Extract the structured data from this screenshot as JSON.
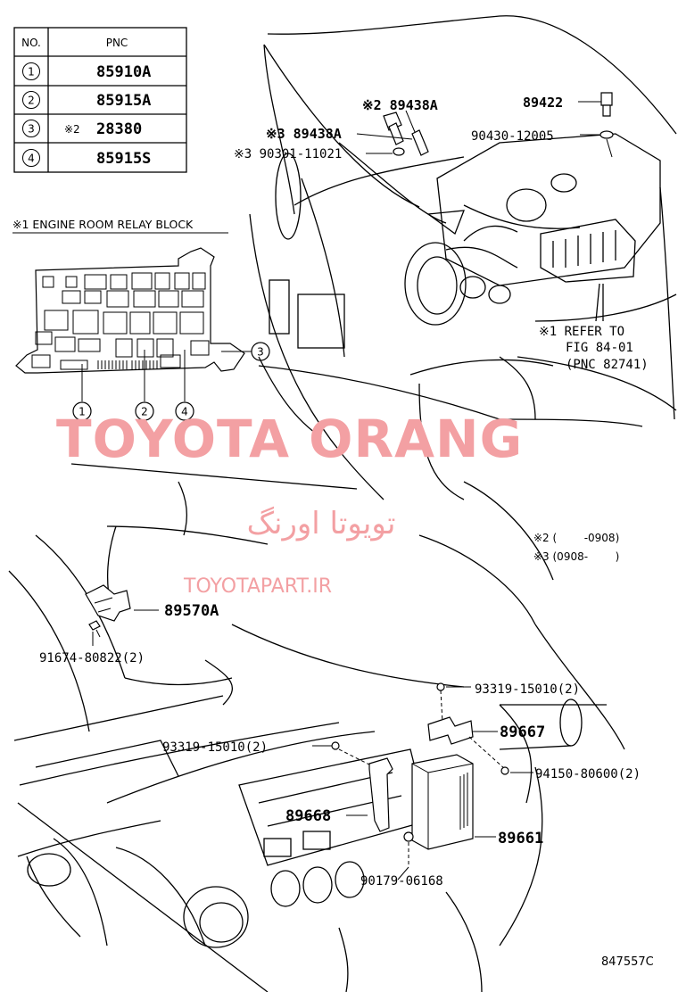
{
  "pnc_table": {
    "header_no": "NO.",
    "header_pnc": "PNC",
    "rows": [
      {
        "no": "1",
        "note": "",
        "pnc": "85910A"
      },
      {
        "no": "2",
        "note": "",
        "pnc": "85915A"
      },
      {
        "no": "3",
        "note": "※2",
        "pnc": "28380"
      },
      {
        "no": "4",
        "note": "",
        "pnc": "85915S"
      }
    ]
  },
  "relay_block": {
    "title": "※1 ENGINE ROOM RELAY BLOCK",
    "callouts": [
      "1",
      "2",
      "4",
      "3"
    ]
  },
  "parts": {
    "p89438a_2": "※2 89438A",
    "p89438a_3": "※3 89438A",
    "p90301": "※3 90301-11021",
    "p89422": "89422",
    "p90430": "90430-12005",
    "refer_1": "※1 REFER TO",
    "refer_2": "FIG 84-01",
    "refer_3": "(PNC 82741)",
    "p89570a": "89570A",
    "p91674": "91674-80822(2)",
    "p93319_top": "93319-15010(2)",
    "p93319_left": "93319-15010(2)",
    "p89667": "89667",
    "p94150": "94150-80600(2)",
    "p89668": "89668",
    "p89661": "89661",
    "p90179": "90179-06168"
  },
  "notes": {
    "note2": "※2 (        -0908)",
    "note3": "※3 (0908-        )"
  },
  "watermark": {
    "brand": "TOYOTA ORANG",
    "persian": "تویوتا اورنگ",
    "site": "TOYOTAPART.IR"
  },
  "figure_id": "847557C"
}
